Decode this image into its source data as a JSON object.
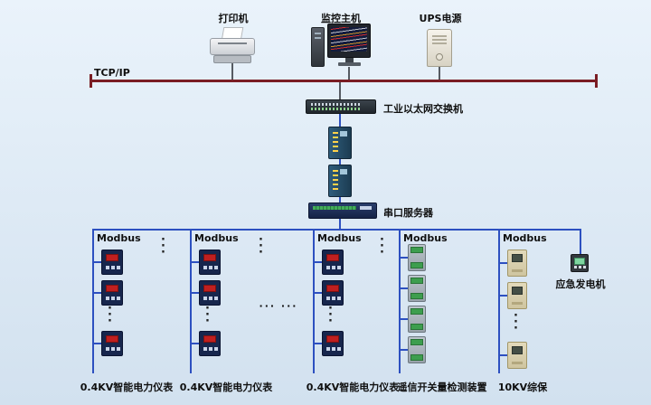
{
  "colors": {
    "background": "#d2e1ef",
    "bus_blue": "#2d50c0",
    "tcp_red": "#7a1d24"
  },
  "top": {
    "tcpip_label": "TCP/IP",
    "printer_label": "打印机",
    "monitor_label": "监控主机",
    "ups_label": "UPS电源"
  },
  "network": {
    "switch_label": "工业以太网交换机",
    "serial_server_label": "串口服务器"
  },
  "branches": [
    {
      "bus": "Modbus",
      "label": "0.4KV智能电力仪表",
      "type": "meter"
    },
    {
      "bus": "Modbus",
      "label": "0.4KV智能电力仪表",
      "type": "meter"
    },
    {
      "bus": "Modbus",
      "label": "0.4KV智能电力仪表",
      "type": "meter"
    },
    {
      "bus": "Modbus",
      "label": "遥信开关量检测装置",
      "type": "io"
    },
    {
      "bus": "Modbus",
      "label": "10KV综保",
      "type": "protection"
    }
  ],
  "generator_label": "应急发电机",
  "glyphs": {
    "vdots": "·\n·\n·",
    "hdots": "··· ···"
  }
}
